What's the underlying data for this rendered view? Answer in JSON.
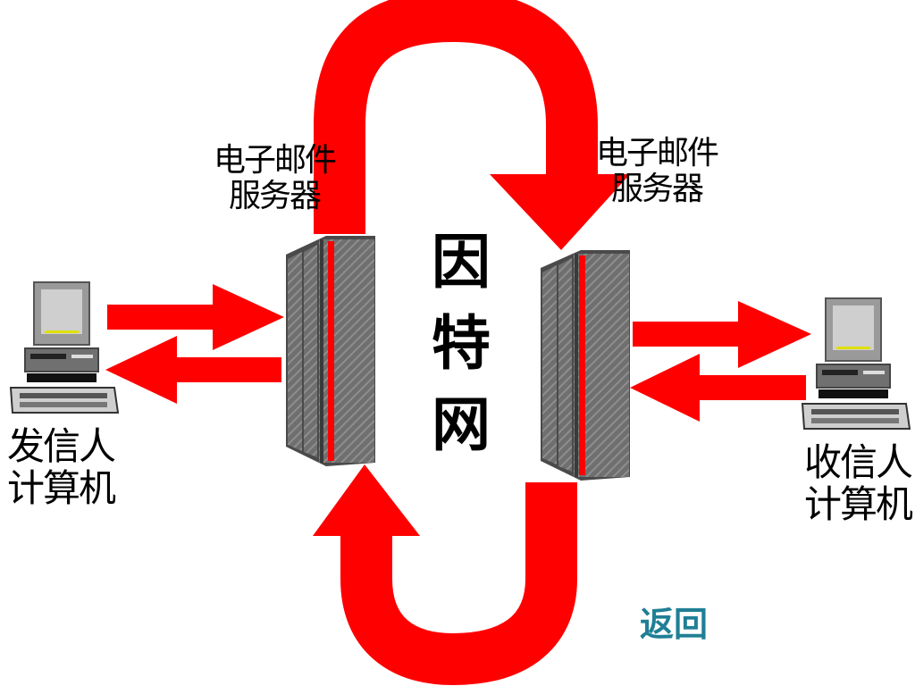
{
  "labels": {
    "sender_server": [
      "电子邮件",
      "服务器"
    ],
    "receiver_server": [
      "电子邮件",
      "服务器"
    ],
    "sender_pc": [
      "发信人",
      "计算机"
    ],
    "receiver_pc": [
      "收信人",
      "计算机"
    ],
    "internet": [
      "因",
      "特",
      "网"
    ]
  },
  "nav": {
    "return_label": "返回"
  },
  "colors": {
    "arrow": "#ff0000",
    "server_body": "#7a7a7a",
    "link": "#1f7f95"
  }
}
